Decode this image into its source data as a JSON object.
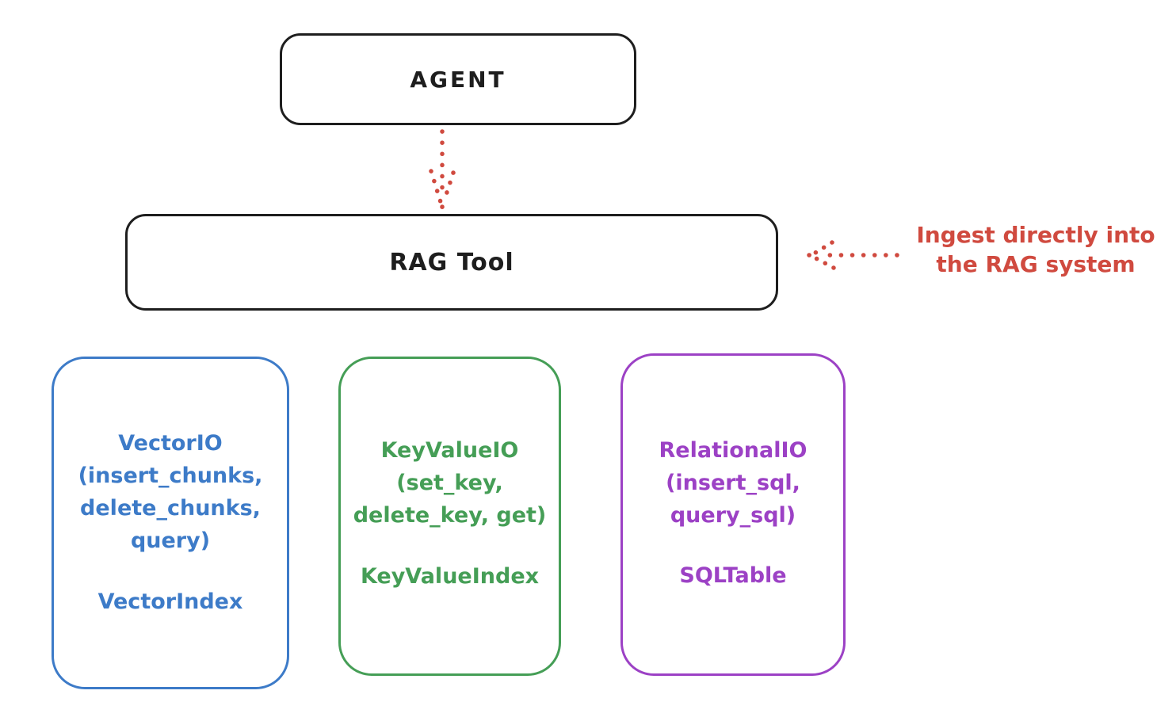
{
  "diagram": {
    "background": "#ffffff",
    "ink_color": "#1e1e1e",
    "accent_red": "#d04a3f",
    "agent": {
      "label": "AGENT"
    },
    "rag_tool": {
      "label": "RAG Tool"
    },
    "annotation": {
      "text": [
        "Ingest directly into",
        "the RAG system"
      ],
      "color": "#d04a3f"
    },
    "arrows": [
      {
        "name": "agent-to-ragtool",
        "style": "dotted",
        "direction": "down",
        "color": "#d04a3f"
      },
      {
        "name": "ingest-into-ragtool",
        "style": "dotted",
        "direction": "left",
        "color": "#d04a3f"
      }
    ],
    "backends": [
      {
        "name": "vector-io",
        "color": "#3d7bc8",
        "body": [
          "VectorIO",
          "(insert_chunks,",
          "delete_chunks,",
          "query)"
        ],
        "index": "VectorIndex"
      },
      {
        "name": "keyvalue-io",
        "color": "#459e56",
        "body": [
          "KeyValueIO",
          "(set_key,",
          "delete_key, get)"
        ],
        "index": "KeyValueIndex"
      },
      {
        "name": "relational-io",
        "color": "#9c41c5",
        "body": [
          "RelationalIO",
          "(insert_sql,",
          "query_sql)"
        ],
        "index": "SQLTable"
      }
    ]
  }
}
